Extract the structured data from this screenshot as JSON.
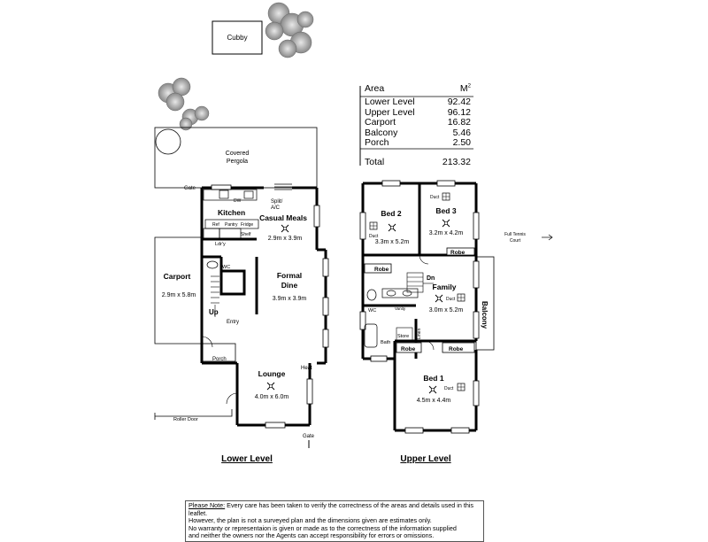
{
  "outdoor": {
    "cubby": "Cubby",
    "covered_pergola": [
      "Covered",
      "Pergola"
    ],
    "gate_top": "Gate",
    "gate_bottom": "Gate",
    "roller_door": "Roller Door",
    "full_tennis_court": [
      "Full Tennis",
      "Court"
    ]
  },
  "area_table": {
    "header_left": "Area",
    "header_right": "M",
    "header_sup": "2",
    "rows": [
      {
        "label": "Lower Level",
        "value": "92.42"
      },
      {
        "label": "Upper Level",
        "value": "96.12"
      },
      {
        "label": "Carport",
        "value": "16.82"
      },
      {
        "label": "Balcony",
        "value": "5.46"
      },
      {
        "label": "Porch",
        "value": "2.50"
      }
    ],
    "total_label": "Total",
    "total_value": "213.32"
  },
  "lower_level": {
    "title": "Lower Level",
    "kitchen": "Kitchen",
    "dw": "DW",
    "ref": "Ref",
    "pantry": "Pantry",
    "fridge": "Fridge",
    "shelf": "Shelf",
    "split_ac": [
      "Split/",
      "A/C"
    ],
    "casual_meals": "Casual Meals",
    "casual_meals_dim": "2.9m x 3.9m",
    "ldry": "Ldr'y",
    "wc": "WC",
    "carport": "Carport",
    "carport_dim": "2.9m x 5.8m",
    "up": "Up",
    "entry": "Entry",
    "porch": "Porch",
    "formal_dine": [
      "Formal",
      "Dine"
    ],
    "formal_dine_dim": "3.9m x 3.9m",
    "heat": "Heat",
    "lounge": "Lounge",
    "lounge_dim": "4.0m x 6.0m"
  },
  "upper_level": {
    "title": "Upper Level",
    "bed2": "Bed 2",
    "bed2_dim": "3.3m x 5.2m",
    "bed3": "Bed 3",
    "bed3_dim": "3.2m x 4.2m",
    "duct": "Duct",
    "robe": "Robe",
    "dn": "Dn",
    "family": "Family",
    "family_dim": "3.0m x 5.2m",
    "vanity": "Vanity",
    "wc": "WC",
    "store": "Store",
    "linen": "Linen",
    "bath": "Bath",
    "balcony": "Balcony",
    "bed1": "Bed 1",
    "bed1_dim": "4.5m x 4.4m"
  },
  "disclaimer": {
    "heading": "Please Note:",
    "line1": " Every care has been taken to verify the correctness of the areas and details used in this leaflet.",
    "line2": "However, the plan is not a surveyed plan and the dimensions given are estimates only.",
    "line3": "No warranty or representaion is given or made as to the correctness of the information supplied",
    "line4": "and neither the owners nor the Agents can accept responsibility for errors or omissions."
  }
}
